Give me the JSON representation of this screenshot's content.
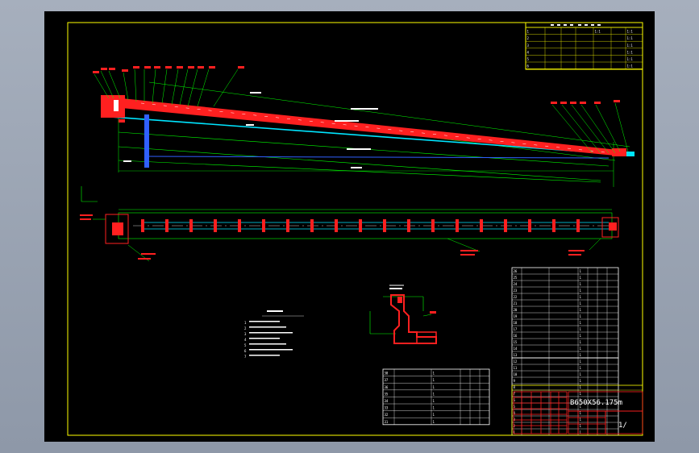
{
  "drawing": {
    "model_label": "B650X56.175m",
    "scale_label": "1/"
  },
  "colors": {
    "background": "#000000",
    "border": "#ffff00",
    "geometry": "#00ff00",
    "belt": "#ff2020",
    "frame": "#00e5ff",
    "support": "#3060ff",
    "outside": "#9aa4b3"
  },
  "title_block_top": {
    "rows": [
      [
        "1",
        "",
        "",
        "",
        "1:1",
        "",
        "1:1"
      ],
      [
        "2",
        "",
        "",
        "",
        "",
        "",
        "1:1"
      ],
      [
        "3",
        "",
        "",
        "",
        "",
        "",
        "1:1"
      ],
      [
        "4",
        "",
        "",
        "",
        "",
        "",
        "1:1"
      ],
      [
        "5",
        "",
        "",
        "",
        "",
        "",
        "1:1"
      ],
      [
        "6",
        "",
        "",
        "",
        "",
        "",
        "1:1"
      ]
    ]
  },
  "parts_list": {
    "rows": [
      [
        "26",
        "",
        "",
        "1",
        "",
        "",
        ""
      ],
      [
        "25",
        "",
        "",
        "1",
        "",
        "",
        ""
      ],
      [
        "24",
        "",
        "",
        "1",
        "",
        "",
        ""
      ],
      [
        "23",
        "",
        "",
        "1",
        "",
        "",
        ""
      ],
      [
        "22",
        "",
        "",
        "1",
        "",
        "",
        ""
      ],
      [
        "21",
        "",
        "",
        "1",
        "",
        "",
        ""
      ],
      [
        "20",
        "",
        "",
        "1",
        "",
        "",
        ""
      ],
      [
        "19",
        "",
        "",
        "1",
        "",
        "",
        ""
      ],
      [
        "18",
        "",
        "",
        "1",
        "",
        "",
        ""
      ],
      [
        "17",
        "",
        "",
        "1",
        "",
        "",
        ""
      ],
      [
        "16",
        "",
        "",
        "1",
        "",
        "",
        ""
      ],
      [
        "15",
        "",
        "",
        "1",
        "",
        "",
        ""
      ],
      [
        "14",
        "",
        "",
        "1",
        "",
        "",
        ""
      ],
      [
        "13",
        "",
        "",
        "1",
        "",
        "",
        ""
      ],
      [
        "12",
        "",
        "",
        "1",
        "",
        "",
        ""
      ],
      [
        "11",
        "",
        "",
        "1",
        "",
        "",
        ""
      ],
      [
        "10",
        "",
        "",
        "1",
        "",
        "",
        ""
      ],
      [
        "9",
        "",
        "",
        "1",
        "",
        "",
        ""
      ],
      [
        "8",
        "",
        "",
        "1",
        "",
        "",
        ""
      ],
      [
        "7",
        "",
        "",
        "1",
        "",
        "",
        ""
      ],
      [
        "6",
        "",
        "",
        "1",
        "",
        "",
        ""
      ],
      [
        "5",
        "",
        "",
        "1",
        "",
        "",
        ""
      ],
      [
        "4",
        "",
        "",
        "1",
        "",
        "",
        ""
      ],
      [
        "3",
        "",
        "",
        "1",
        "",
        "",
        ""
      ],
      [
        "2",
        "",
        "",
        "1",
        "",
        "",
        ""
      ],
      [
        "1",
        "",
        "",
        "1",
        "",
        "",
        ""
      ]
    ]
  },
  "parts_list_lower": {
    "rows": [
      [
        "38",
        "",
        "1",
        "",
        "",
        ""
      ],
      [
        "37",
        "",
        "1",
        "",
        "",
        ""
      ],
      [
        "36",
        "",
        "1",
        "",
        "",
        ""
      ],
      [
        "35",
        "",
        "1",
        "",
        "",
        ""
      ],
      [
        "34",
        "",
        "1",
        "",
        "",
        ""
      ],
      [
        "33",
        "",
        "1",
        "",
        "",
        ""
      ],
      [
        "32",
        "",
        "1",
        "",
        "",
        ""
      ],
      [
        "31",
        "",
        "1",
        "",
        "",
        ""
      ],
      [
        "30",
        "",
        "1",
        "",
        "",
        ""
      ],
      [
        "29",
        "",
        "1",
        "",
        "",
        ""
      ],
      [
        "28",
        "",
        "1",
        "",
        "",
        ""
      ],
      [
        "27",
        "",
        "1",
        "",
        "",
        ""
      ]
    ]
  },
  "notes": {
    "heading": "",
    "lines": [
      "1",
      "2",
      "3",
      "4",
      "5",
      "6",
      "7"
    ]
  }
}
